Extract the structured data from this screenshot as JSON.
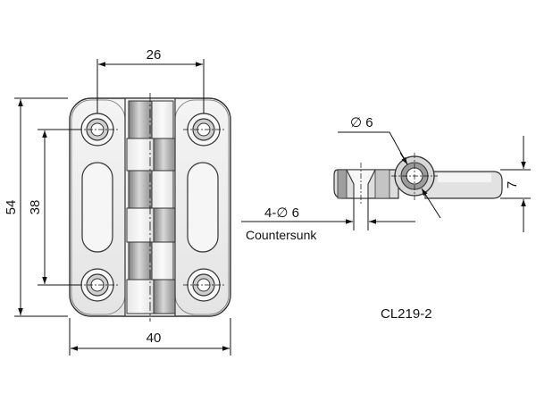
{
  "front_view": {
    "width_top": "26",
    "width_bottom": "40",
    "height_outer": "54",
    "height_inner": "38"
  },
  "side_view": {
    "pin_diameter": "∅ 6",
    "hole_spec": "4-∅ 6",
    "hole_note": "Countersunk",
    "thickness": "7"
  },
  "model": "CL219-2",
  "colors": {
    "line": "#111111",
    "part_fill": "#e9e9e9",
    "part_dark": "#9a9a9a"
  }
}
